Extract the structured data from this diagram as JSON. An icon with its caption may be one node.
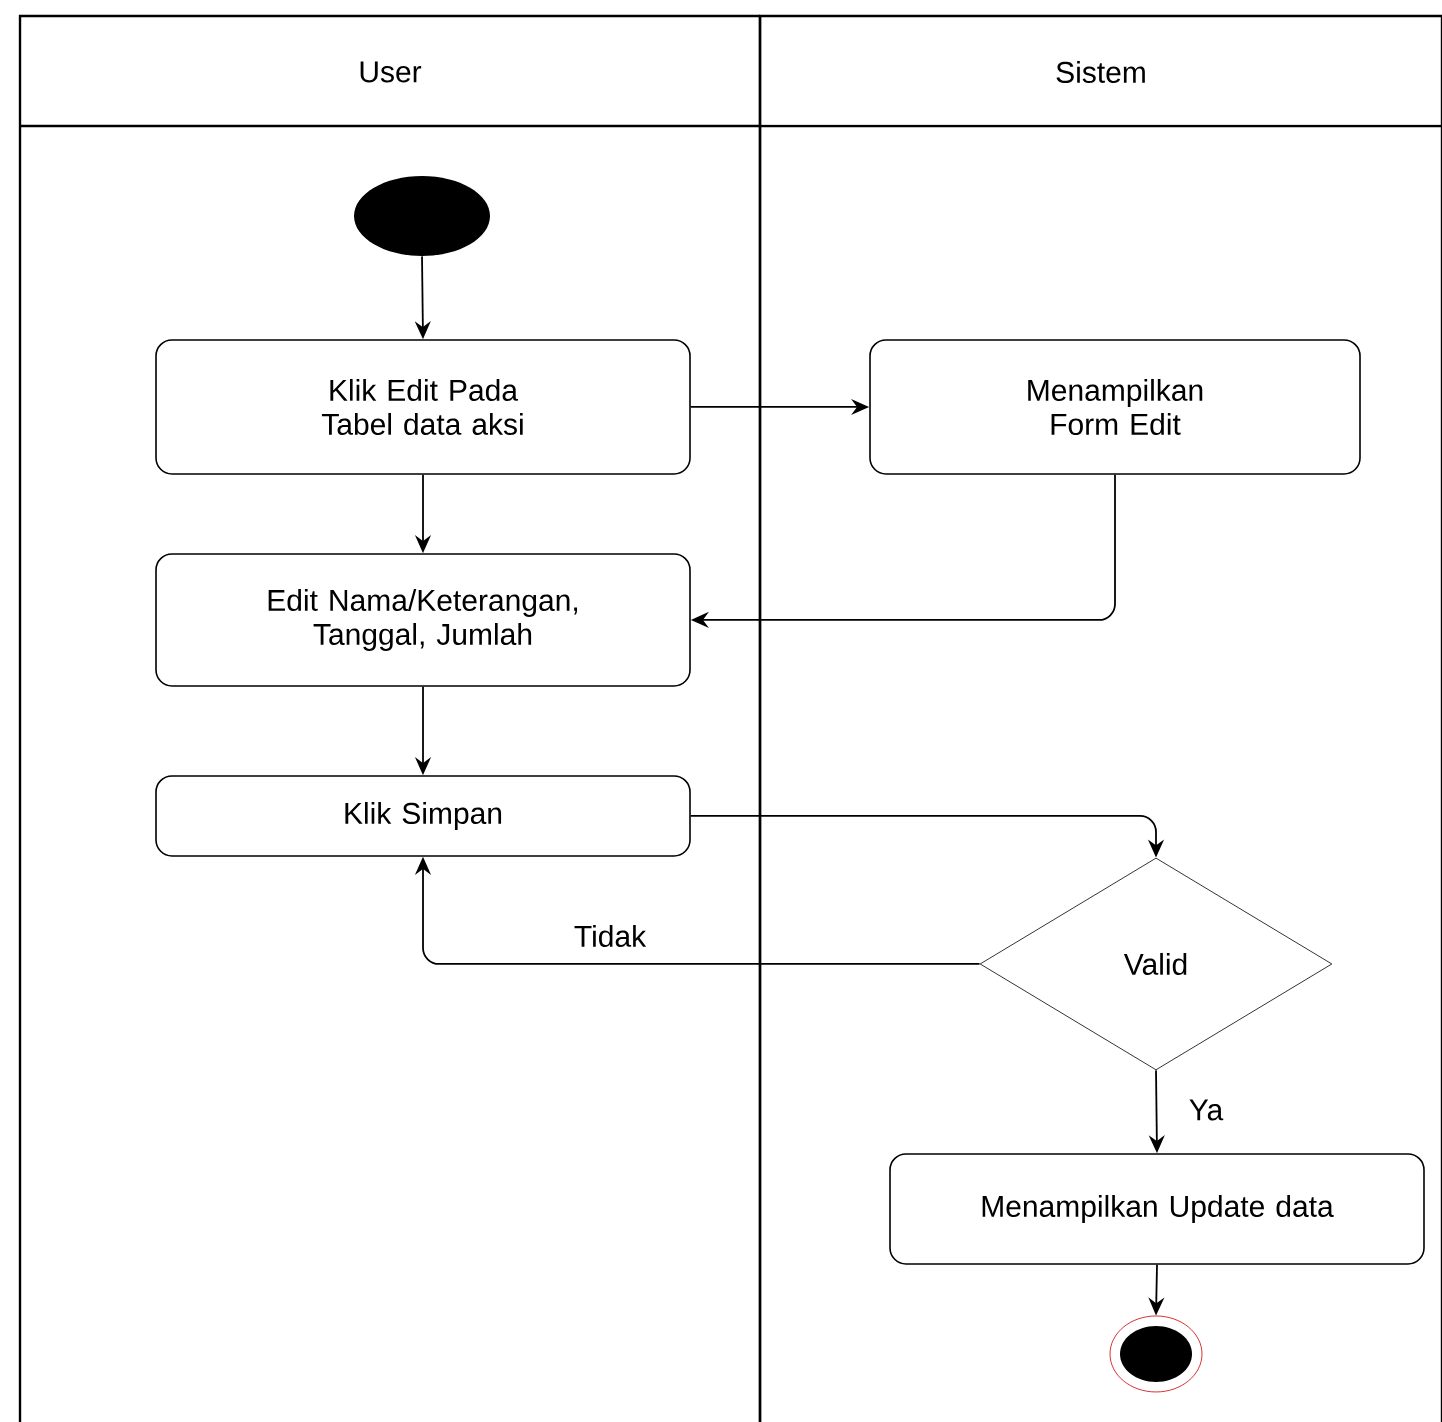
{
  "diagram": {
    "nodes": [
      {
        "text": [
          "User"
        ]
      },
      {
        "text": [
          "Sistem"
        ]
      },
      {
        "text": [],
        "shape": "circle",
        "in": 0
      },
      {
        "text": [
          "Klik Edit Pada Tabel data aksi"
        ],
        "in": 0
      },
      {
        "text": [
          "Menampilkan Form Edit"
        ],
        "in": 1
      },
      {
        "text": [
          "Edit Nama/Keterangan, Tanggal, Jumlah"
        ],
        "in": 0
      },
      {
        "text": [
          "Klik Simpan"
        ],
        "in": 0
      },
      {
        "text": [
          "Valid"
        ],
        "in": 1
      },
      {
        "text": [
          "Menampilkan Update data"
        ],
        "in": 1
      },
      {
        "text": [],
        "shape": "bullseye",
        "in": 1
      }
    ],
    "edges": [
      {
        "from": 2,
        "to": 3,
        "arrow": "to"
      },
      {
        "from": 3,
        "to": 4,
        "arrow": "to"
      },
      {
        "from": 4,
        "to": 5,
        "arrow": "to"
      },
      {
        "from": 3,
        "to": 5,
        "arrow": "to"
      },
      {
        "from": 5,
        "to": 6,
        "arrow": "to"
      },
      {
        "from": 6,
        "to": 7,
        "arrow": "to"
      },
      {
        "from": 7,
        "to": 6,
        "arrow": "to",
        "label": "Tidak"
      },
      {
        "from": 7,
        "to": 8,
        "arrow": "to",
        "label": "Ya"
      },
      {
        "from": 8,
        "to": 9,
        "arrow": "to"
      }
    ]
  }
}
